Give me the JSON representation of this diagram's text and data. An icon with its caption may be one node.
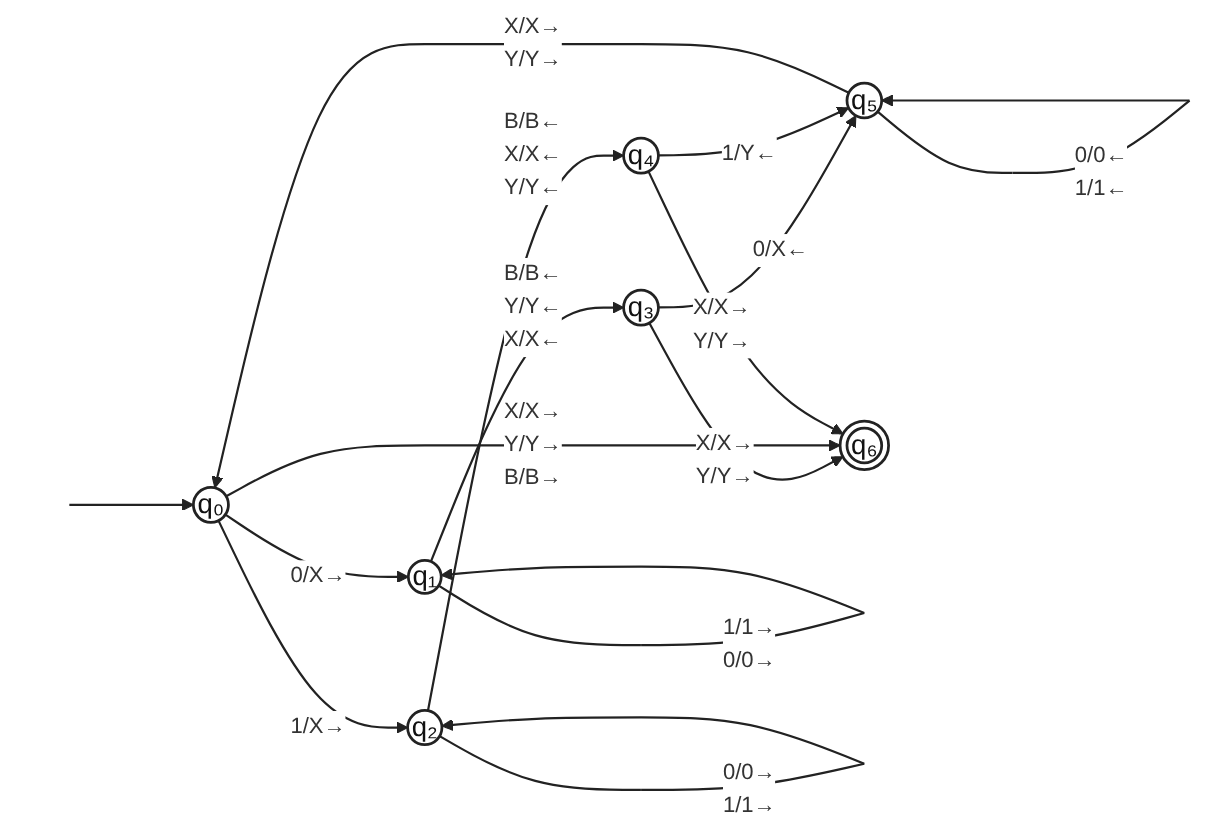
{
  "diagram": {
    "nodes": [
      {
        "text": [
          "q₀"
        ]
      },
      {
        "text": [
          "q₁"
        ]
      },
      {
        "text": [
          "q₂"
        ]
      },
      {
        "text": [
          "q₃"
        ]
      },
      {
        "text": [
          "q₄"
        ]
      },
      {
        "text": [
          "q₅"
        ]
      },
      {
        "text": [
          "q₆"
        ]
      }
    ],
    "edges": [
      {
        "from": null,
        "to": 0,
        "arrow": "to"
      },
      {
        "from": 0,
        "to": 1,
        "arrow": "to",
        "label": "0/X→"
      },
      {
        "from": 1,
        "to": 1,
        "arrow": "to",
        "label": "1/1→ 0/0→"
      },
      {
        "from": 1,
        "to": 3,
        "arrow": "to",
        "label": "B/B← Y/Y← X/X←"
      },
      {
        "from": 3,
        "to": 6,
        "arrow": "to",
        "label": "X/X→ Y/Y→"
      },
      {
        "from": 3,
        "to": 5,
        "arrow": "to",
        "label": "0/X←"
      },
      {
        "from": 5,
        "to": 5,
        "arrow": "to",
        "label": "0/0← 1/1←"
      },
      {
        "from": 0,
        "to": 6,
        "arrow": "to",
        "label": "X/X→ Y/Y→ B/B→"
      },
      {
        "from": 0,
        "to": 2,
        "arrow": "to",
        "label": "1/X→"
      },
      {
        "from": 2,
        "to": 2,
        "arrow": "to",
        "label": "0/0→ 1/1→"
      },
      {
        "from": 2,
        "to": 4,
        "arrow": "to",
        "label": "B/B← X/X← Y/Y←"
      },
      {
        "from": 4,
        "to": 6,
        "arrow": "to",
        "label": "X/X→ Y/Y→"
      },
      {
        "from": 4,
        "to": 5,
        "arrow": "to",
        "label": "1/Y←"
      },
      {
        "from": 5,
        "to": 0,
        "arrow": "to",
        "label": "X/X→ Y/Y→"
      }
    ]
  }
}
